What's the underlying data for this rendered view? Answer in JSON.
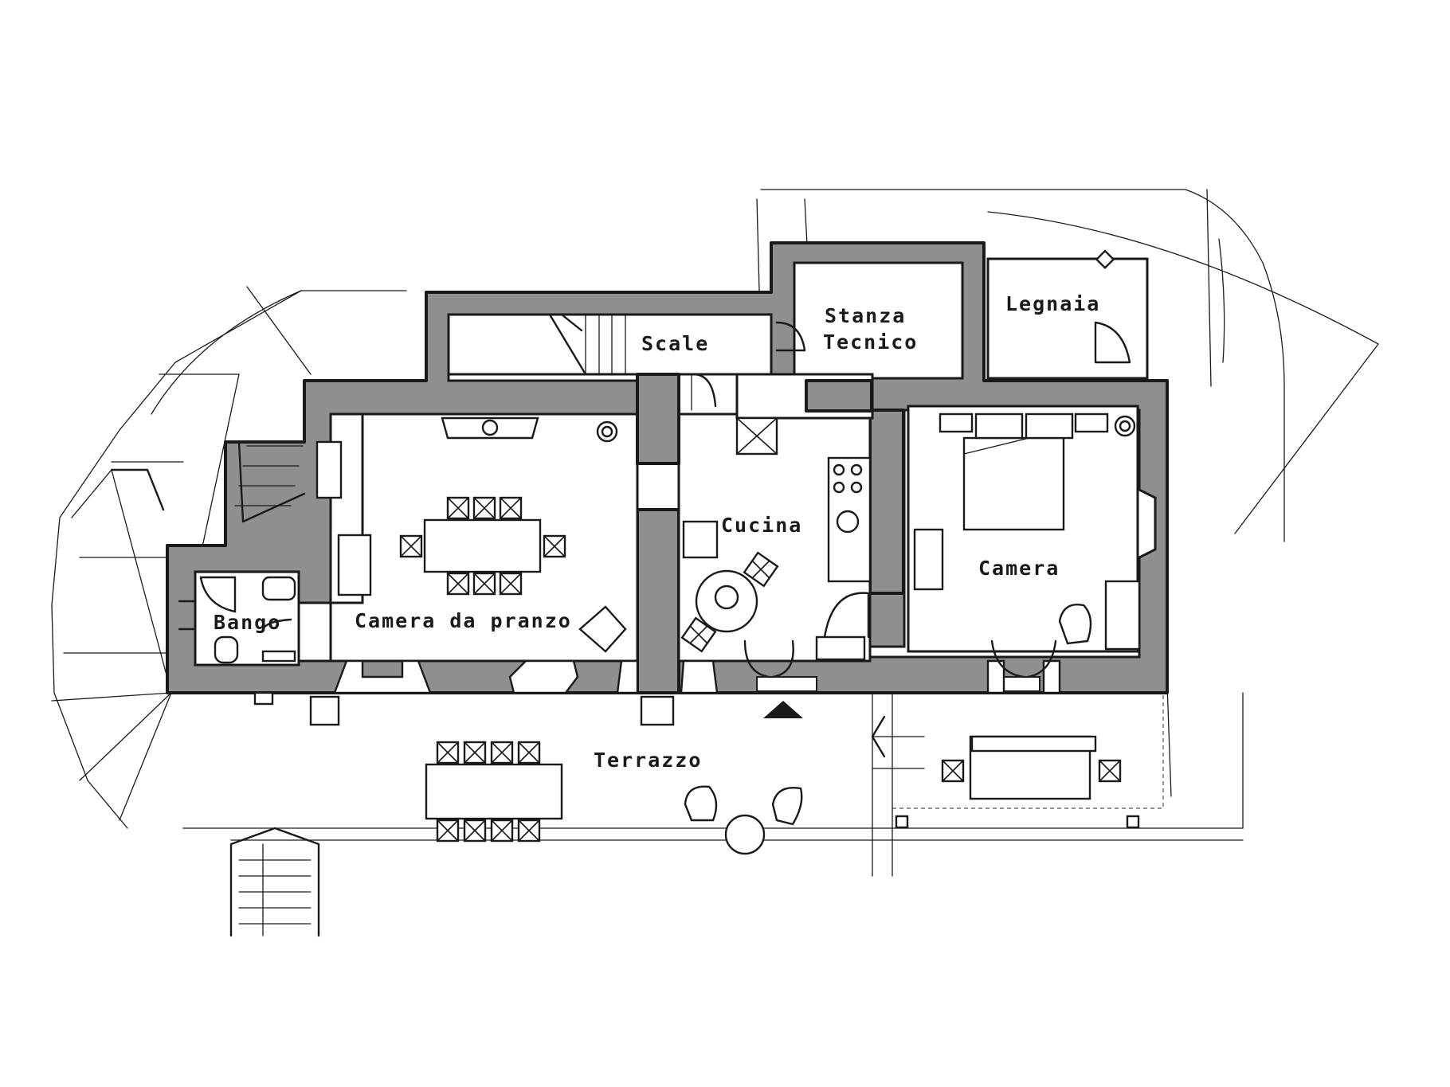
{
  "rooms": {
    "scale": "Scale",
    "stanza_line1": "Stanza",
    "stanza_line2": "Tecnico",
    "legnaia": "Legnaia",
    "cucina": "Cucina",
    "camera": "Camera",
    "bango": "Bango",
    "pranzo": "Camera da pranzo",
    "terrazzo": "Terrazzo"
  },
  "colors": {
    "wall_fill": "#8f8f8f",
    "ink": "#1a1a1a",
    "background": "#ffffff"
  }
}
